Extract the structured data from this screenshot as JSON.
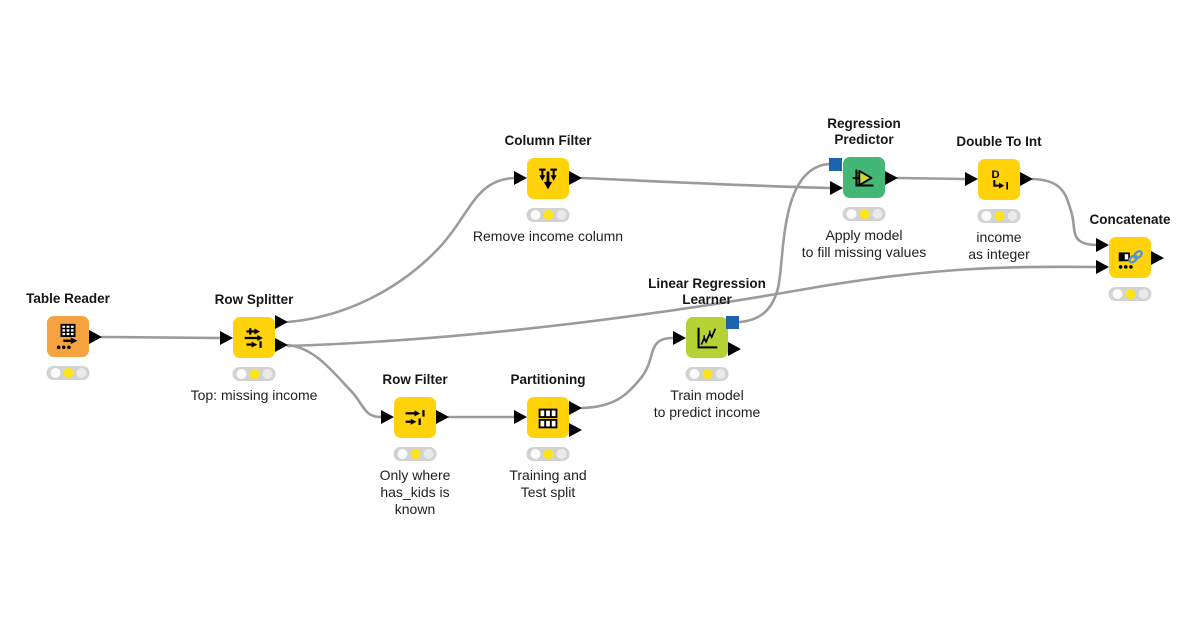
{
  "workflow": {
    "tool": "KNIME workflow canvas",
    "status_all_nodes": "configured (yellow traffic light)"
  },
  "colors": {
    "canvas_bg": "#ffffff",
    "node_yellow": "#FFD20A",
    "node_orange": "#F5A240",
    "node_lime": "#B5D334",
    "node_green": "#43B776",
    "model_port_blue": "#1d63ae",
    "wire_gray": "#9b9b9b",
    "traffic_light_bg": "#d2d2d2",
    "traffic_light_on": "#ffe417",
    "label_text": "#161616"
  },
  "nodes": [
    {
      "id": "table-reader",
      "label": "Table Reader",
      "comment": "",
      "status": "configured",
      "category": "source"
    },
    {
      "id": "row-splitter",
      "label": "Row Splitter",
      "comment": "Top: missing income",
      "status": "configured",
      "category": "manipulator"
    },
    {
      "id": "column-filter",
      "label": "Column Filter",
      "comment": "Remove income column",
      "status": "configured",
      "category": "manipulator"
    },
    {
      "id": "row-filter",
      "label": "Row Filter",
      "comment": "Only where\nhas_kids is\nknown",
      "status": "configured",
      "category": "manipulator"
    },
    {
      "id": "partitioning",
      "label": "Partitioning",
      "comment": "Training and\nTest split",
      "status": "configured",
      "category": "manipulator"
    },
    {
      "id": "linear-regression-learner",
      "label": "Linear Regression\nLearner",
      "comment": "Train model\nto predict income",
      "status": "configured",
      "category": "learner"
    },
    {
      "id": "regression-predictor",
      "label": "Regression\nPredictor",
      "comment": "Apply model\nto fill missing values",
      "status": "configured",
      "category": "predictor"
    },
    {
      "id": "double-to-int",
      "label": "Double To Int",
      "comment": "income\nas integer",
      "status": "configured",
      "category": "manipulator"
    },
    {
      "id": "concatenate",
      "label": "Concatenate",
      "comment": "",
      "status": "configured",
      "category": "manipulator"
    }
  ],
  "connections": [
    {
      "from": "Table Reader",
      "from_port": "output",
      "to": "Row Splitter",
      "to_port": "input"
    },
    {
      "from": "Row Splitter",
      "from_port": "top output",
      "to": "Column Filter",
      "to_port": "input"
    },
    {
      "from": "Row Splitter",
      "from_port": "bottom output",
      "to": "Row Filter",
      "to_port": "input"
    },
    {
      "from": "Row Splitter",
      "from_port": "bottom output",
      "to": "Concatenate",
      "to_port": "bottom input"
    },
    {
      "from": "Column Filter",
      "from_port": "output",
      "to": "Regression Predictor",
      "to_port": "data input"
    },
    {
      "from": "Row Filter",
      "from_port": "output",
      "to": "Partitioning",
      "to_port": "input"
    },
    {
      "from": "Partitioning",
      "from_port": "top output",
      "to": "Linear Regression Learner",
      "to_port": "input"
    },
    {
      "from": "Linear Regression Learner",
      "from_port": "model output (blue)",
      "to": "Regression Predictor",
      "to_port": "model input (blue)"
    },
    {
      "from": "Regression Predictor",
      "from_port": "output",
      "to": "Double To Int",
      "to_port": "input"
    },
    {
      "from": "Double To Int",
      "from_port": "output",
      "to": "Concatenate",
      "to_port": "top input"
    }
  ]
}
